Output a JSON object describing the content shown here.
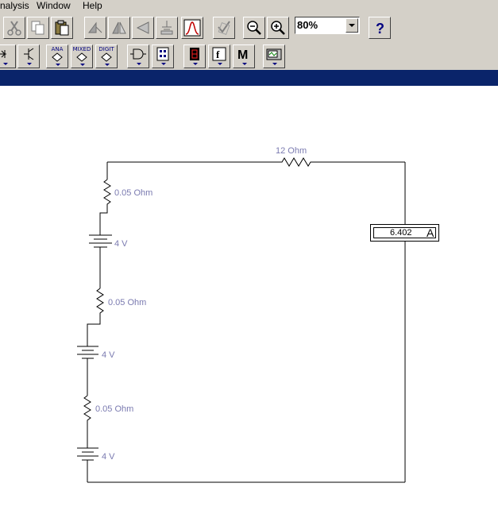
{
  "menu": {
    "items": [
      "nalysis",
      "Window",
      "Help"
    ]
  },
  "toolbar": {
    "zoom_value": "80%",
    "part_bins": {
      "analog": "ANA",
      "mixed": "MIXED",
      "digital": "DIGIT",
      "misc": "M"
    }
  },
  "circuit": {
    "resistor_main": "12  Ohm",
    "resistor_1": "0.05  Ohm",
    "resistor_2": "0.05  Ohm",
    "resistor_3": "0.05  Ohm",
    "battery_1": "4 V",
    "battery_2": "4 V",
    "battery_3": "4 V",
    "ammeter_value": "6.402",
    "ammeter_unit": "A"
  },
  "colors": {
    "window_title": "#0a246a",
    "toolbar_bg": "#d4d0c8",
    "label": "#7a7ab0"
  }
}
